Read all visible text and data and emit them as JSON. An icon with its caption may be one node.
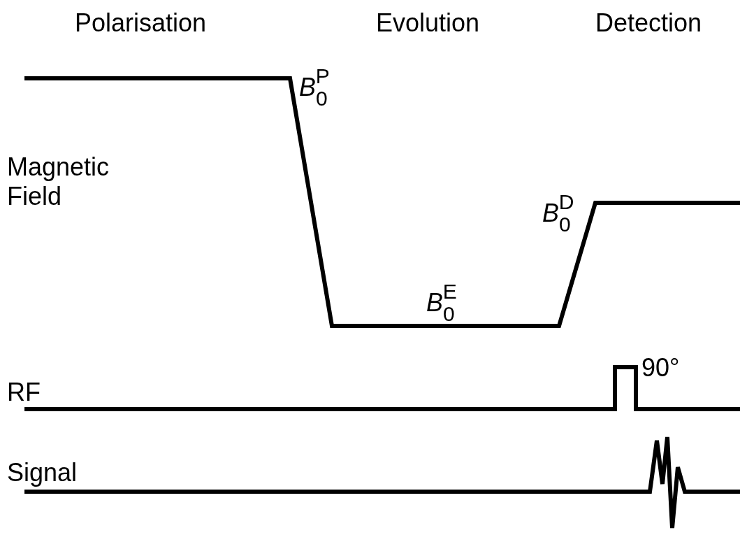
{
  "diagram": {
    "labels": [
      "Polarisation",
      "Evolution",
      "Detection",
      "*B*$_{0}$$^{P}$",
      "Magnetic Field",
      "*B*$_{0}$$^{D}$",
      "*B*$_{0}$$^{E}$",
      "90°",
      "RF",
      "Signal"
    ]
  }
}
